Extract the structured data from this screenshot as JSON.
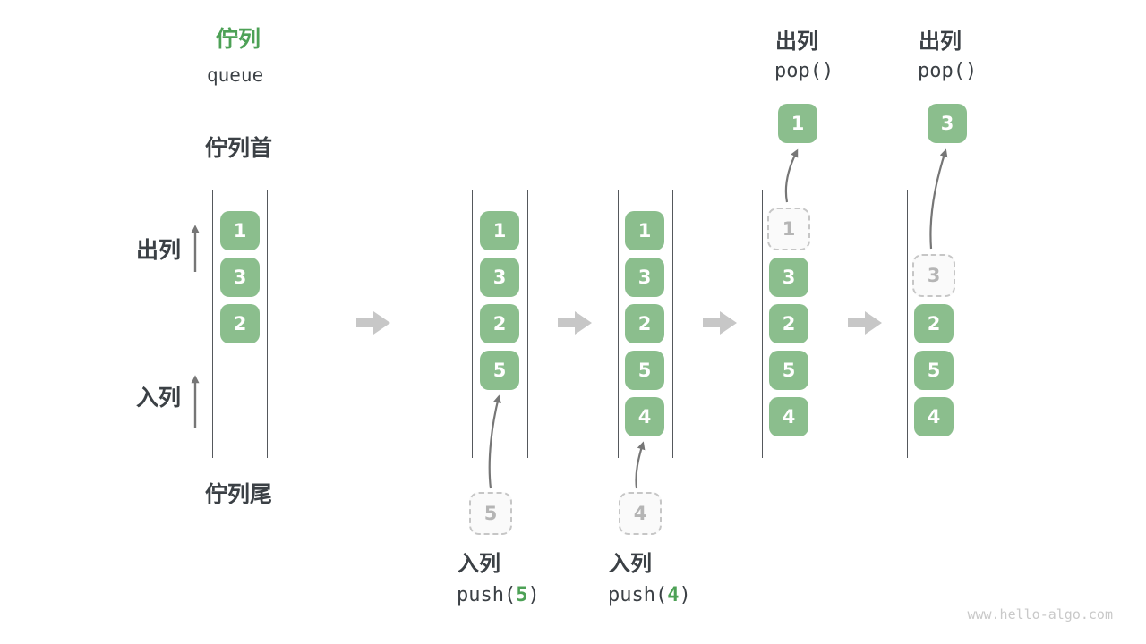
{
  "title": {
    "zh": "佇列",
    "en": "queue"
  },
  "side_labels": {
    "front": "佇列首",
    "rear": "佇列尾",
    "dequeue": "出列",
    "enqueue": "入列"
  },
  "operations": {
    "push5": {
      "label": "入列",
      "fn_open": "push(",
      "arg": "5",
      "fn_close": ")"
    },
    "push4": {
      "label": "入列",
      "fn_open": "push(",
      "arg": "4",
      "fn_close": ")"
    },
    "pop1": {
      "label": "出列",
      "code": "pop()"
    },
    "pop2": {
      "label": "出列",
      "code": "pop()"
    }
  },
  "columns": [
    {
      "cells": [
        "1",
        "3",
        "2"
      ]
    },
    {
      "cells": [
        "1",
        "3",
        "2",
        "5"
      ]
    },
    {
      "cells": [
        "1",
        "3",
        "2",
        "5",
        "4"
      ]
    },
    {
      "removed": "1",
      "cells": [
        "3",
        "2",
        "5",
        "4"
      ]
    },
    {
      "removed": "3",
      "cells": [
        "2",
        "5",
        "4"
      ]
    }
  ],
  "staged_values": {
    "push5": "5",
    "push4": "4"
  },
  "popped_values": {
    "pop1": "1",
    "pop2": "3"
  },
  "watermark": "www.hello-algo.com",
  "colors": {
    "box-green": "#8BBE8D",
    "title-green": "#4DA156",
    "arg-green": "#4DA156",
    "ink": "#3B4045",
    "line": "#55585C",
    "thin-arrow": "#767676",
    "fat-arrow": "#C7C7C7",
    "dashed-border": "#C6C6C6",
    "dashed-text": "#B5B5B5",
    "watermark": "#C9C9C9"
  }
}
